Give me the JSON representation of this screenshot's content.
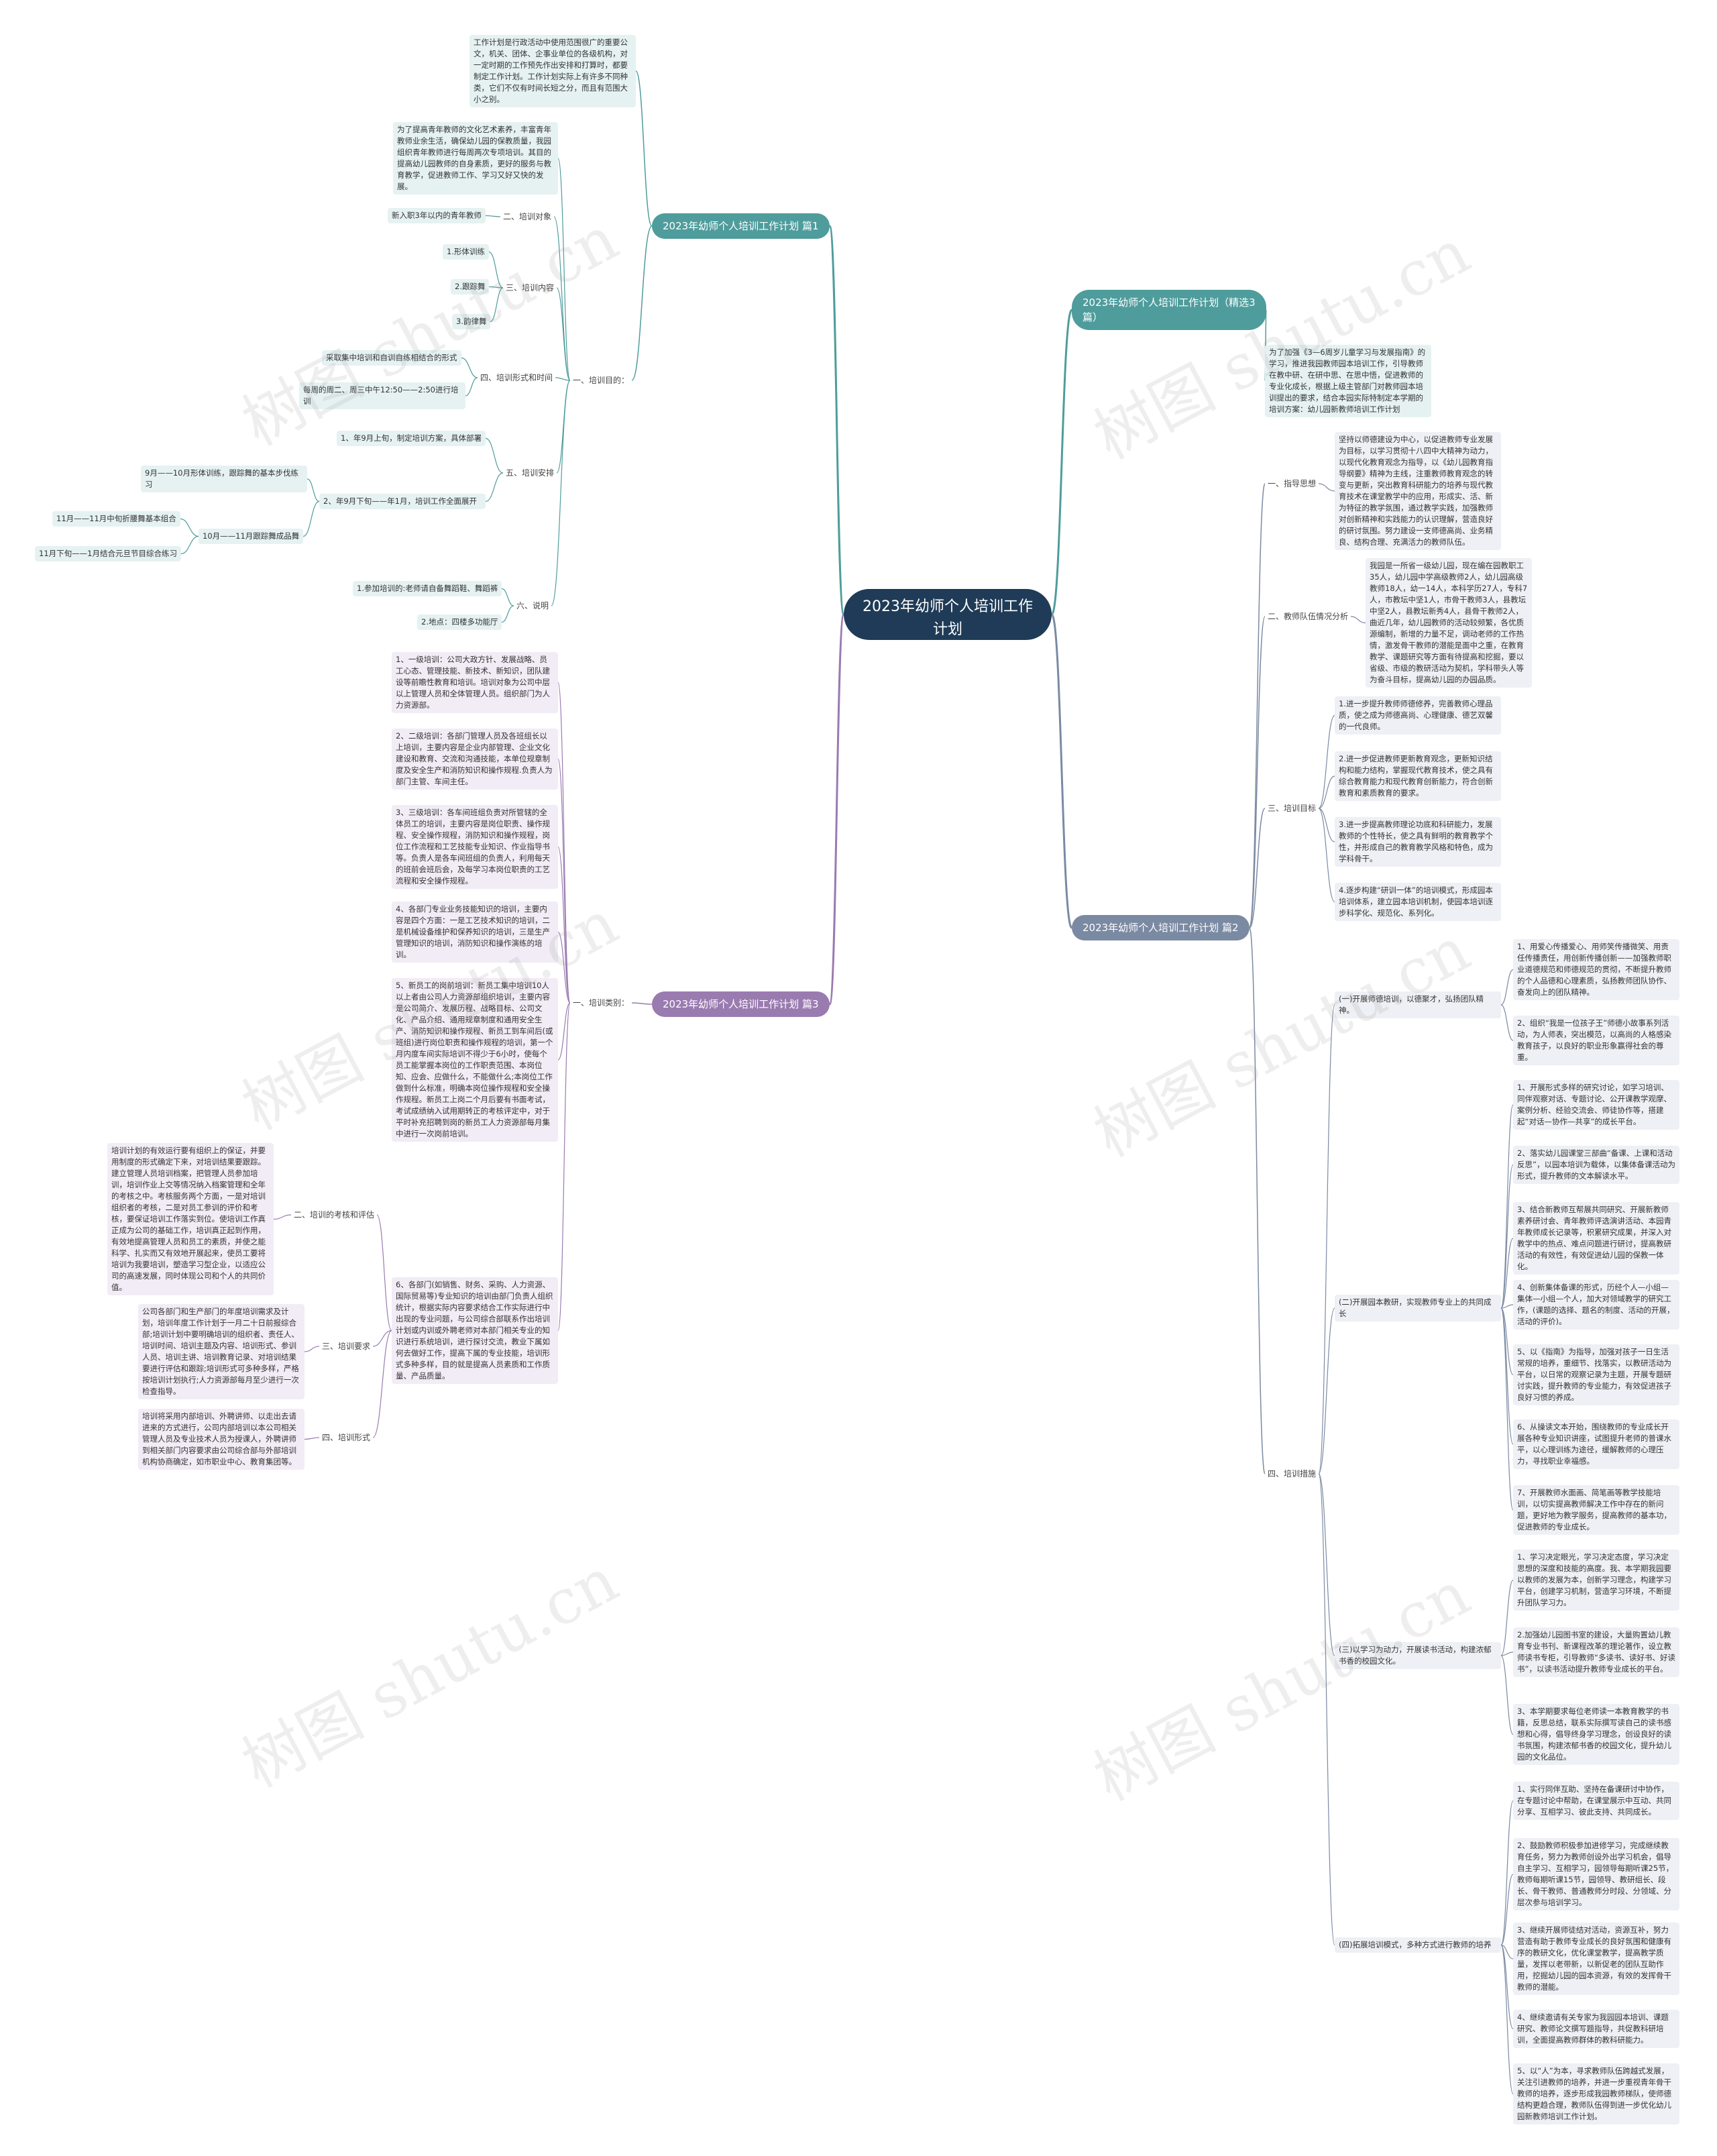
{
  "root": "2023年幼师个人培训工作计划",
  "branches": {
    "p1": "2023年幼师个人培训工作计划 篇1",
    "sel": "2023年幼师个人培训工作计划（精选3篇）",
    "p2": "2023年幼师个人培训工作计划 篇2",
    "p3": "2023年幼师个人培训工作计划 篇3"
  },
  "p1": {
    "intro": "工作计划是行政活动中使用范围很广的重要公文，机关、团体、企事业单位的各级机构，对一定时期的工作预先作出安排和打算时，都要制定工作计划。工作计划实际上有许多不同种类，它们不仅有时间长短之分，而且有范围大小之别。",
    "goal": "一、培训目的：",
    "goal_text": "为了提高青年教师的文化艺术素养，丰富青年教师业余生活，确保幼儿园的保教质量，我园组织青年教师进行每周两次专项培训。其目的提高幼儿园教师的自身素质，更好的服务与教育教学，促进教师工作、学习又好又快的发展。",
    "target_label": "二、培训对象",
    "target_text": "新入职3年以内的青年教师",
    "content_label": "三、培训内容",
    "content_items": [
      "1.形体训练",
      "2.跟踪舞",
      "3.韵律舞"
    ],
    "form_label": "四、培训形式和时间",
    "form_items": [
      "采取集中培训和自训自练相结合的形式",
      "每周的周二、周三中午12:50——2:50进行培训"
    ],
    "arrange_label": "五、培训安排",
    "arrange_1": "1、年9月上旬，制定培训方案，具体部署",
    "arrange_2": "2、年9月下旬——年1月，培训工作全面展开",
    "arrange_2a": "9月——10月形体训练，跟踪舞的基本步伐练习",
    "arrange_2b": "10月——11月跟踪舞成品舞",
    "arrange_2b1": "11月——11月中旬折腰舞基本组合",
    "arrange_2b2": "11月下旬——1月结合元旦节目综合练习",
    "note_label": "六、说明",
    "note_items": [
      "1.参加培训的:老师请自备舞蹈鞋、舞蹈裤",
      "2.地点：四楼多功能厅"
    ]
  },
  "sel": {
    "text": "为了加强《3—6周岁儿童学习与发展指南》的学习，推进我园教师园本培训工作，引导教师在教中研、在研中思、在思中悟，促进教师的专业化成长，根据上级主管部门对教师园本培训提出的要求，结合本园实际特制定本学期的培训方案：幼儿园新教师培训工作计划"
  },
  "p2": {
    "guide_label": "一、指导思想",
    "guide_text": "坚持以师德建设为中心，以促进教师专业发展为目标，以学习贯彻十八四中大精神为动力，以现代化教育观念为指导，以《幼儿园教育指导纲要》精神为主线，注重教师教育观念的转变与更新，突出教育科研能力的培养与现代教育技术在课堂教学中的应用，形成实、活、新为特征的教学氛围，通过教学实践，加强教师对创新精神和实践能力的认识理解，营造良好的研讨氛围。努力建设一支师德高尚、业务精良、结构合理、充满活力的教师队伍。",
    "status_label": "二、教师队伍情况分析",
    "status_text": "我园是一所省一级幼儿园，现在编在园教职工35人，幼儿园中学高级教师2人，幼儿园高级教师18人，幼一14人，本科学历27人，专科7人，市教坛中坚1人，市骨干教师3人，县教坛中坚2人，县教坛新秀4人，县骨干教师2人，曲近几年，幼儿园教师的活动较频繁，各优质源编制，新增的力量不足，调动老师的工作热情，激发骨干教师的潜能是面中之重，在教育教学、课题研究等方面有待提高和挖掘，要以省级、市级的教研活动为契机，学科带头人等为奋斗目标，提高幼儿园的办园品质。",
    "aim_label": "三、培训目标",
    "aim_items": [
      "1.进一步提升教师师德修养，完善教师心理品质，使之成为师德高尚、心理健康、德艺双馨的一代良师。",
      "2.进一步促进教师更新教育观念，更新知识结构和能力结构，掌握现代教育技术，使之具有综合教育能力和现代教育创新能力，符合创新教育和素质教育的要求。",
      "3.进一步提高教师理论功底和科研能力，发展教师的个性特长，使之具有鲜明的教育教学个性，并形成自己的教育教学风格和特色，成为学科骨干。",
      "4.逐步构建“研训一体”的培训模式，形成园本培训体系，建立园本培训机制，使园本培训逐步科学化、规范化、系列化。"
    ],
    "measure_label": "四、培训措施",
    "m1_label": "(一)开展师德培训，以德聚才，弘扬团队精神。",
    "m1_items": [
      "1、用爱心传播爱心、用师笑传播微笑、用责任传播责任，用创新传播创新——加强教师职业道德规范和师德规范的贯彻，不断提升教师的个人品德和心理素质，弘扬教师团队协作、奋发向上的团队精神。",
      "2、组织“我是一位孩子王”师德小故事系列活动，为人师表，突出模范，以高尚的人格感染教育孩子，以良好的职业形象赢得社会的尊重。"
    ],
    "m2_label": "(二)开展园本教研，实现教师专业上的共同成长",
    "m2_items": [
      "1、开展形式多样的研究讨论，如学习培训、同伴观察对话、专题讨论、公开课教学观摩、案例分析、经验交流会、师徒协作等，搭建起“对话—协作—共享”的成长平台。",
      "2、落实幼儿园课堂三部曲“备课、上课和活动反思”，以园本培训为载体，以集体备课活动为形式，提升教师的文本解读水平。",
      "3、结合新教师互帮展共同研究、开展新教师素养研讨会、青年教师评选演讲活动、本园青年教师成长记录等，积累研究成果，并深入对教学中的热点、难点问题进行研讨，提高教研活动的有效性，有效促进幼儿园的保教一体化。",
      "4、创新集体备课的形式，历经个人—小组—集体—小组—个人，加大对领域教学的研究工作，(课题的选择、题名的制度、活动的开展，活动的评价)。",
      "5、以《指南》为指导，加强对孩子一日生活常规的培养，重细节、找落实，以教研活动为平台，以日常的观察记录为主题，开展专题研讨实践，提升教师的专业能力，有效促进孩子良好习惯的养成。",
      "6、从操读文本开始，围绕教师的专业成长开展各种专业知识讲座，试图提升老师的普课水平，以心理训练为途径，缓解教师的心理压力，寻找职业幸福感。",
      "7、开展教师水面画、简笔画等教学技能培训，以切实提高教师解决工作中存在的新问题，更好地为教学服务，提高教师的基本功，促进教师的专业成长。"
    ],
    "m3_label": "(三)以学习为动力，开展读书活动，构建浓郁书香的校园文化。",
    "m3_items": [
      "1、学习决定眼光，学习决定态度，学习决定思想的深度和技能的高度。我、本学期我园要以教师的发展为本，创新学习理念，构建学习平台，创建学习机制，营造学习环境，不断提升团队学习力。",
      "2.加强幼儿园图书室的建设，大量购置幼儿教育专业书刊、新课程改革的理论著作，设立教师读书专柜，引导教师“多读书、读好书、好读书”，以读书活动提升教师专业成长的平台。",
      "3、本学期要求每位老师读一本教育教学的书籍，反思总结，联系实际撰写读自己的读书感想和心得，倡导终身学习理念，创设良好的读书氛围，构建浓郁书香的校园文化，提升幼儿园的文化品位。"
    ],
    "m4_label": "(四)拓展培训模式，多种方式进行教师的培养",
    "m4_items": [
      "1、实行同伴互助、坚持在备课研讨中协作，在专题讨论中帮助，在课堂展示中互动、共同分享、互相学习、彼此支持、共同成长。",
      "2、鼓励教师积极参加进修学习，完成继续教育任务，努力为教师创设外出学习机会，倡导自主学习、互相学习，园领导每期听课25节，教师每期听课15节，园领导、教研组长、段长、骨干教师、普通教师分时段、分领域、分层次参与培训学习。",
      "3、继续开展师徒结对活动，资源互补，努力营造有助于教师专业成长的良好氛围和健康有序的教研文化，优化课堂教学，提高教学质量，发挥以老带新，以新促老的团队互助作用，挖掘幼儿园的园本资源，有效的发挥骨干教师的潜能。",
      "4、继续邀请有关专家为我园园本培训、课题研究、教师论文撰写题指导，共促教科研培训，全面提高教师群体的教科研能力。",
      "5、以“人”为本，寻求教师队伍跨越式发展，关注引进教师的培养，并进一步重视青年骨干教师的培养，逐步形成我园教师梯队，使师德结构更趋合理，教师队伍得到进一步优化幼儿园新教师培训工作计划。"
    ]
  },
  "p3": {
    "types_label": "一、培训类别：",
    "types": [
      "1、一级培训：公司大政方针、发展战略、员工心态、管理技能、新技术、新知识，团队建设等前瞻性教育和培训。培训对象为公司中层以上管理人员和全体管理人员。组织部门为人力资源部。",
      "2、二级培训：各部门管理人员及各班组长以上培训，主要内容是企业内部管理、企业文化建设和教育、交流和沟通技能，本单位规章制度及安全生产和消防知识和操作规程.负责人为部门主管、车间主任。",
      "3、三级培训：各车间班组负责对所管辖的全体员工的培训，主要内容是岗位职责、操作规程、安全操作规程，消防知识和操作规程，岗位工作流程和工艺技能专业知识、作业指导书等。负责人是各车间班组的负责人，利用每天的班前会班后会，及每学习本岗位职责的工艺流程和安全操作规程。",
      "4、各部门专业业务技能知识的培训，主要内容是四个方面：一是工艺技术知识的培训，二是机械设备维护和保养知识的培训，三是生产管理知识的培训，消防知识和操作演练的培训。",
      "5、新员工的岗前培训：新员工集中培训10人以上者由公司人力资源部组织培训，主要内容是公司简介、发展历程、战略目标、公司文化、产品介绍、通用规章制度和通用安全生产、消防知识和操作规程、新员工到车间后(或班组)进行岗位职责和操作规程的培训，第一个月内度车间实际培训不得少于6小时，使每个员工能掌握本岗位的工作职责范围、本岗位知、应会、应做什么，不能做什么;本岗位工作做到什么标准，明确本岗位操作规程和安全操作规程。新员工上岗二个月后要有书面考试，考试成绩纳入试用期转正的考核评定中，对于平时补充招聘到岗的新员工人力资源部每月集中进行一次岗前培训。",
      "6、各部门(如销售、财务、采购、人力资源、国际贸易等)专业知识的培训由部门负责人组织统计，根据实际内容要求结合工作实际进行中出现的专业问题，与公司综合部联系作出培训计划或内训或外聘老师对本部门相关专业的知识进行系统培训，进行探讨交流，教业下属如何去做好工作，提高下属的专业技能，培训形式多种多样，目的就是提高人员素质和工作质量、产品质量。"
    ],
    "eval_label": "二、培训的考核和评估",
    "eval_text": "培训计划的有效运行要有组织上的保证，并要用制度的形式确定下来，对培训结果要跟踪。建立管理人员培训档案，把管理人员参加培训，培训作业上交等情况纳入档案管理和全年的考核之中。考核服务两个方面，一是对培训组织者的考核，二是对员工参训的评价和考核，要保证培训工作落实到位。使培训工作真正成为公司的基础工作，培训真正起到作用，有效地提高管理人员和员工的素质，并使之能科学、扎实而又有效地开展起来，使员工要将培训为我要培训，塑造学习型企业，以适应公司的高速发展，同时体现公司和个人的共同价值。",
    "req_label": "三、培训要求",
    "req_text": "公司各部门和生产部门的年度培训需求及计划，培训年度工作计划于一月二十日前报综合部;培训计划中要明确培训的组织者、责任人、培训时间、培训主题及内容、培训形式、参训人员、培训主讲、培训教育记录、对培训结果要进行评估和跟踪;培训形式可多种多样，严格按培训计划执行;人力资源部每月至少进行一次检查指导。",
    "form_label": "四、培训形式",
    "form_text": "培训将采用内部培训、外聘讲师、以走出去请进来的方式进行，公司内部培训以本公司相关管理人员及专业技术人员为授课人，外聘讲师到相关部门内容要求由公司综合部与外部培训机构协商确定，如市职业中心、教育集团等。"
  },
  "watermark": "树图 shutu.cn"
}
